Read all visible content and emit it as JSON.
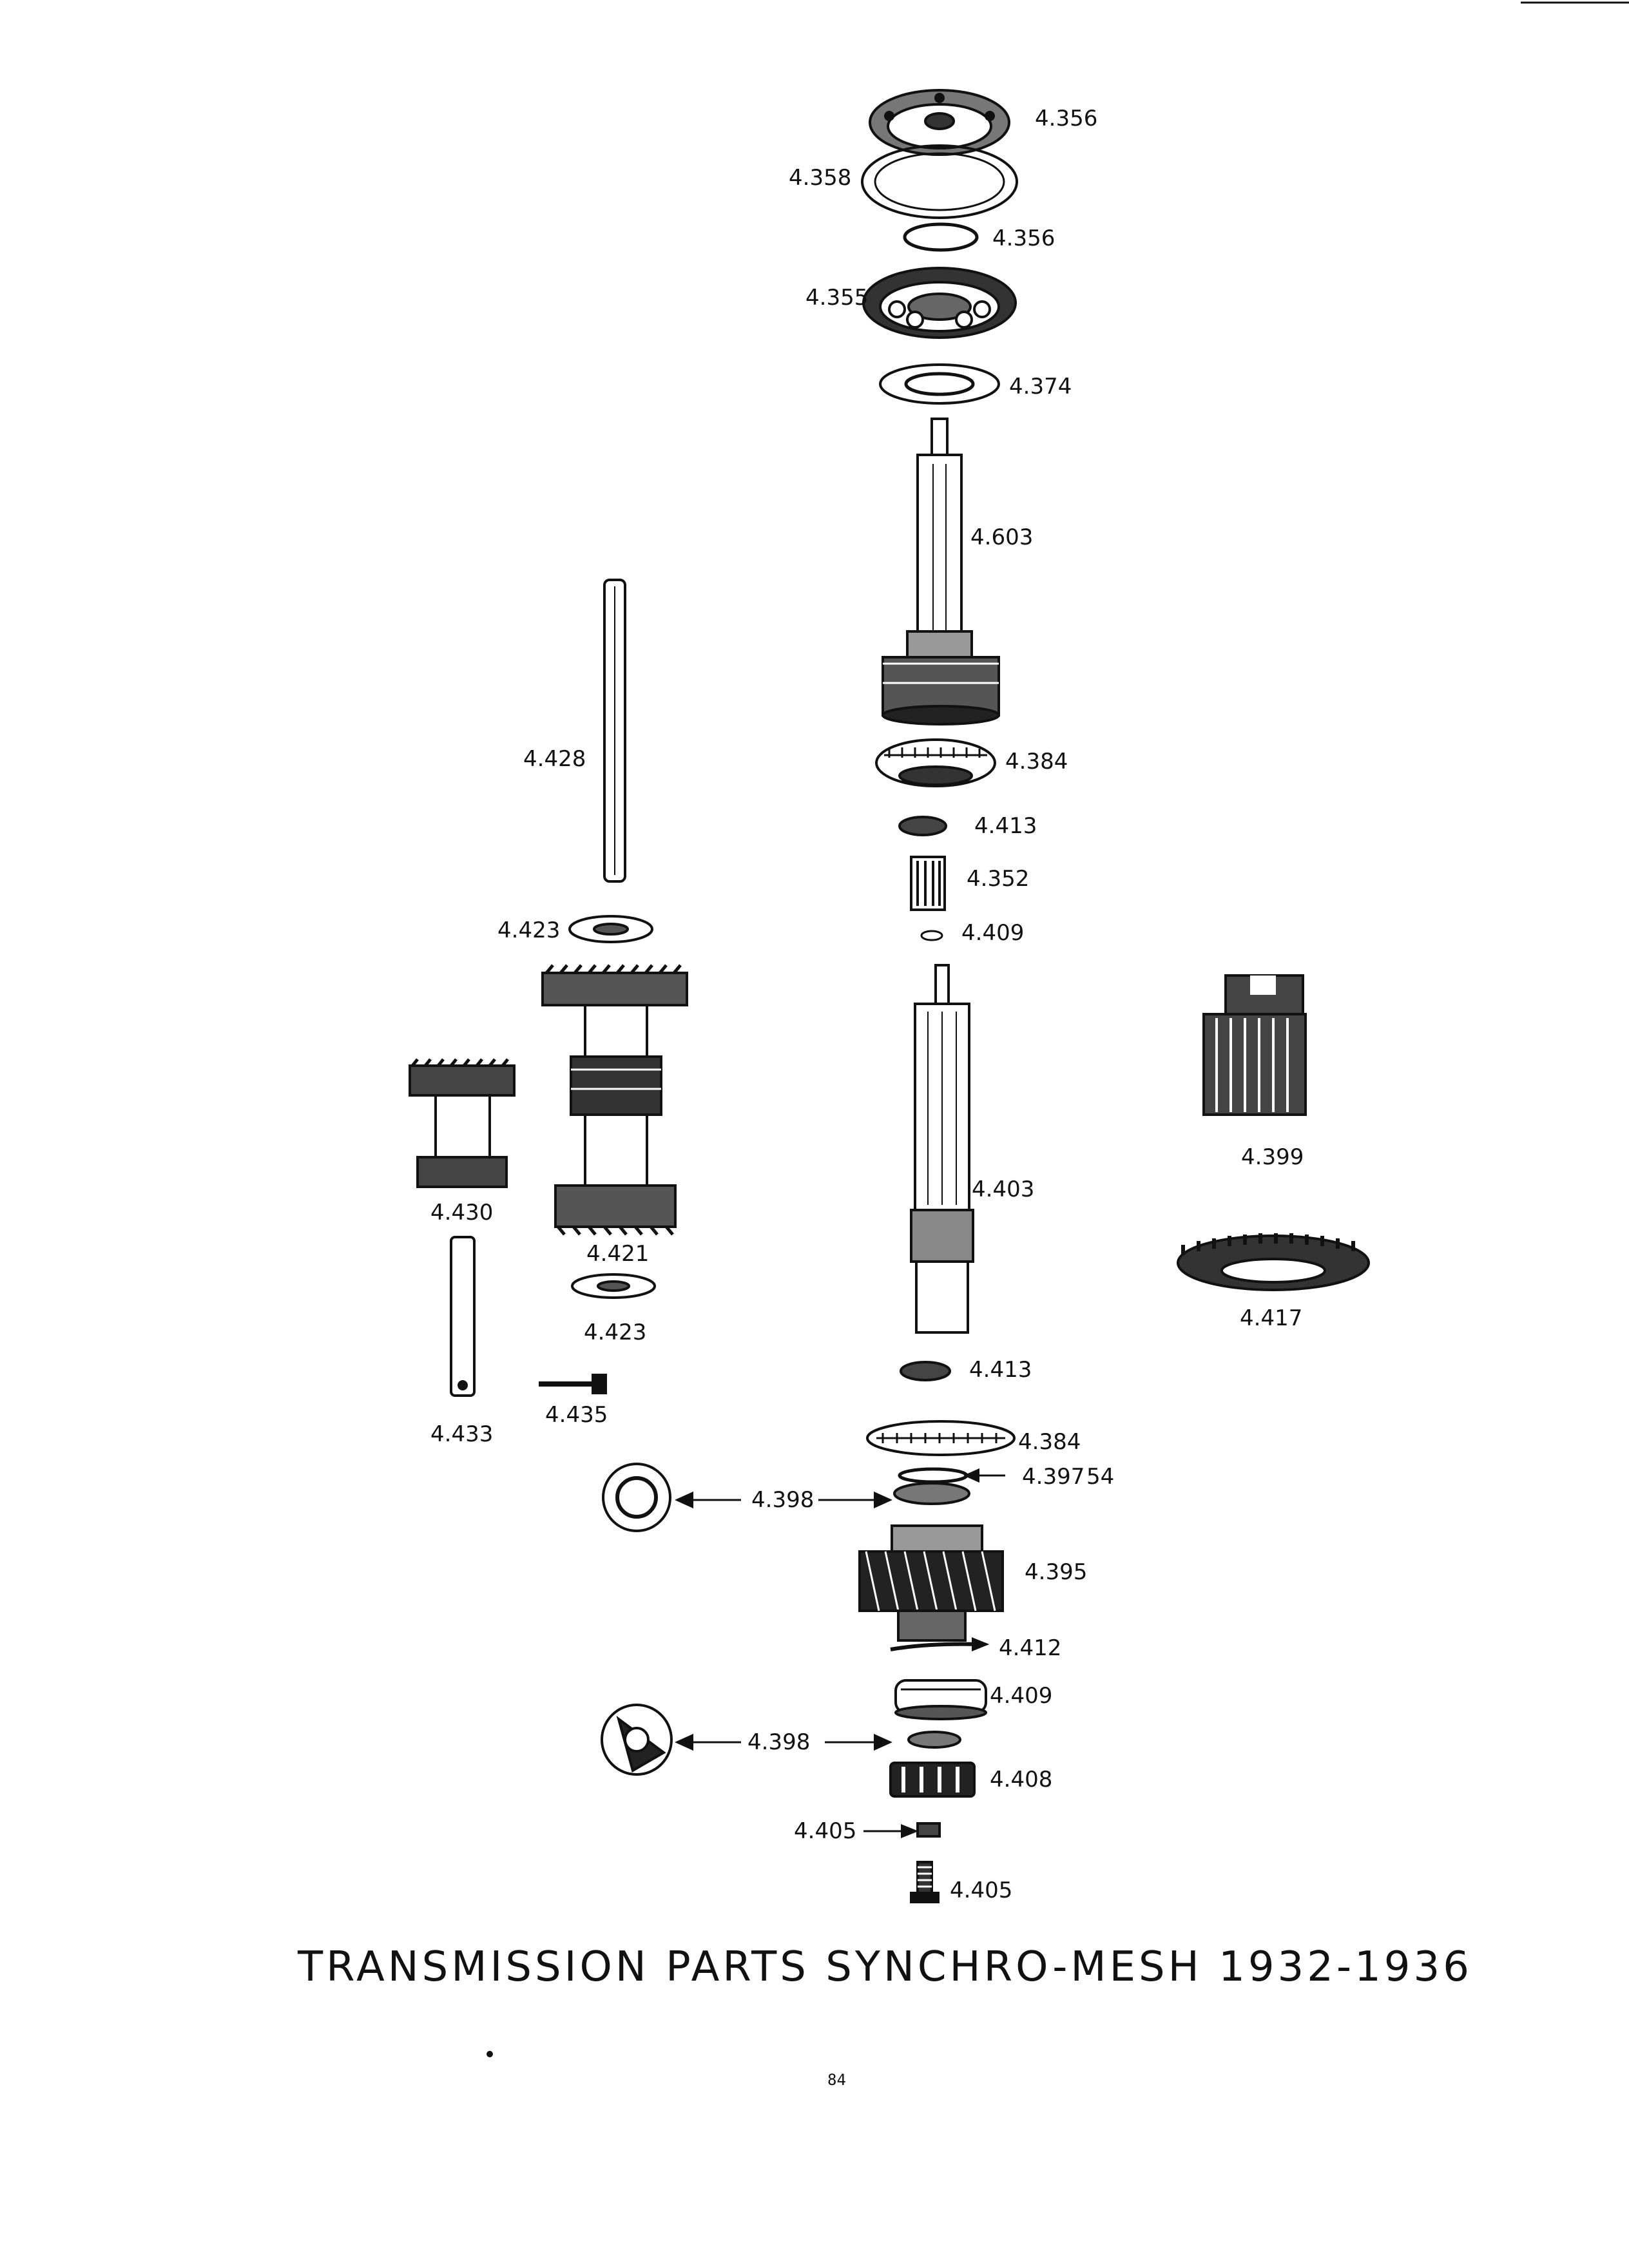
{
  "title": "TRANSMISSION PARTS SYNCHRO-MESH 1932-1936",
  "page_number": "84",
  "labels": {
    "l4356a": "4.356",
    "l4358": "4.358",
    "l4356b": "4.356",
    "l4355": "4.355",
    "l4374": "4.374",
    "l4603": "4.603",
    "l4384a": "4.384",
    "l4413a": "4.413",
    "l4352": "4.352",
    "l4409a": "4.409",
    "l4428": "4.428",
    "l4423a": "4.423",
    "l4403": "4.403",
    "l4399": "4.399",
    "l4430": "4.430",
    "l4421": "4.421",
    "l4423b": "4.423",
    "l4417": "4.417",
    "l4413b": "4.413",
    "l4433": "4.433",
    "l4435": "4.435",
    "l4384b": "4.384",
    "l4397": "4.397",
    "l4397stray": "54",
    "l4398a": "4.398",
    "l4395": "4.395",
    "l4412": "4.412",
    "l4409b": "4.409",
    "l4398b": "4.398",
    "l4408": "4.408",
    "l4405a": "4.405",
    "l4405b": "4.405"
  }
}
